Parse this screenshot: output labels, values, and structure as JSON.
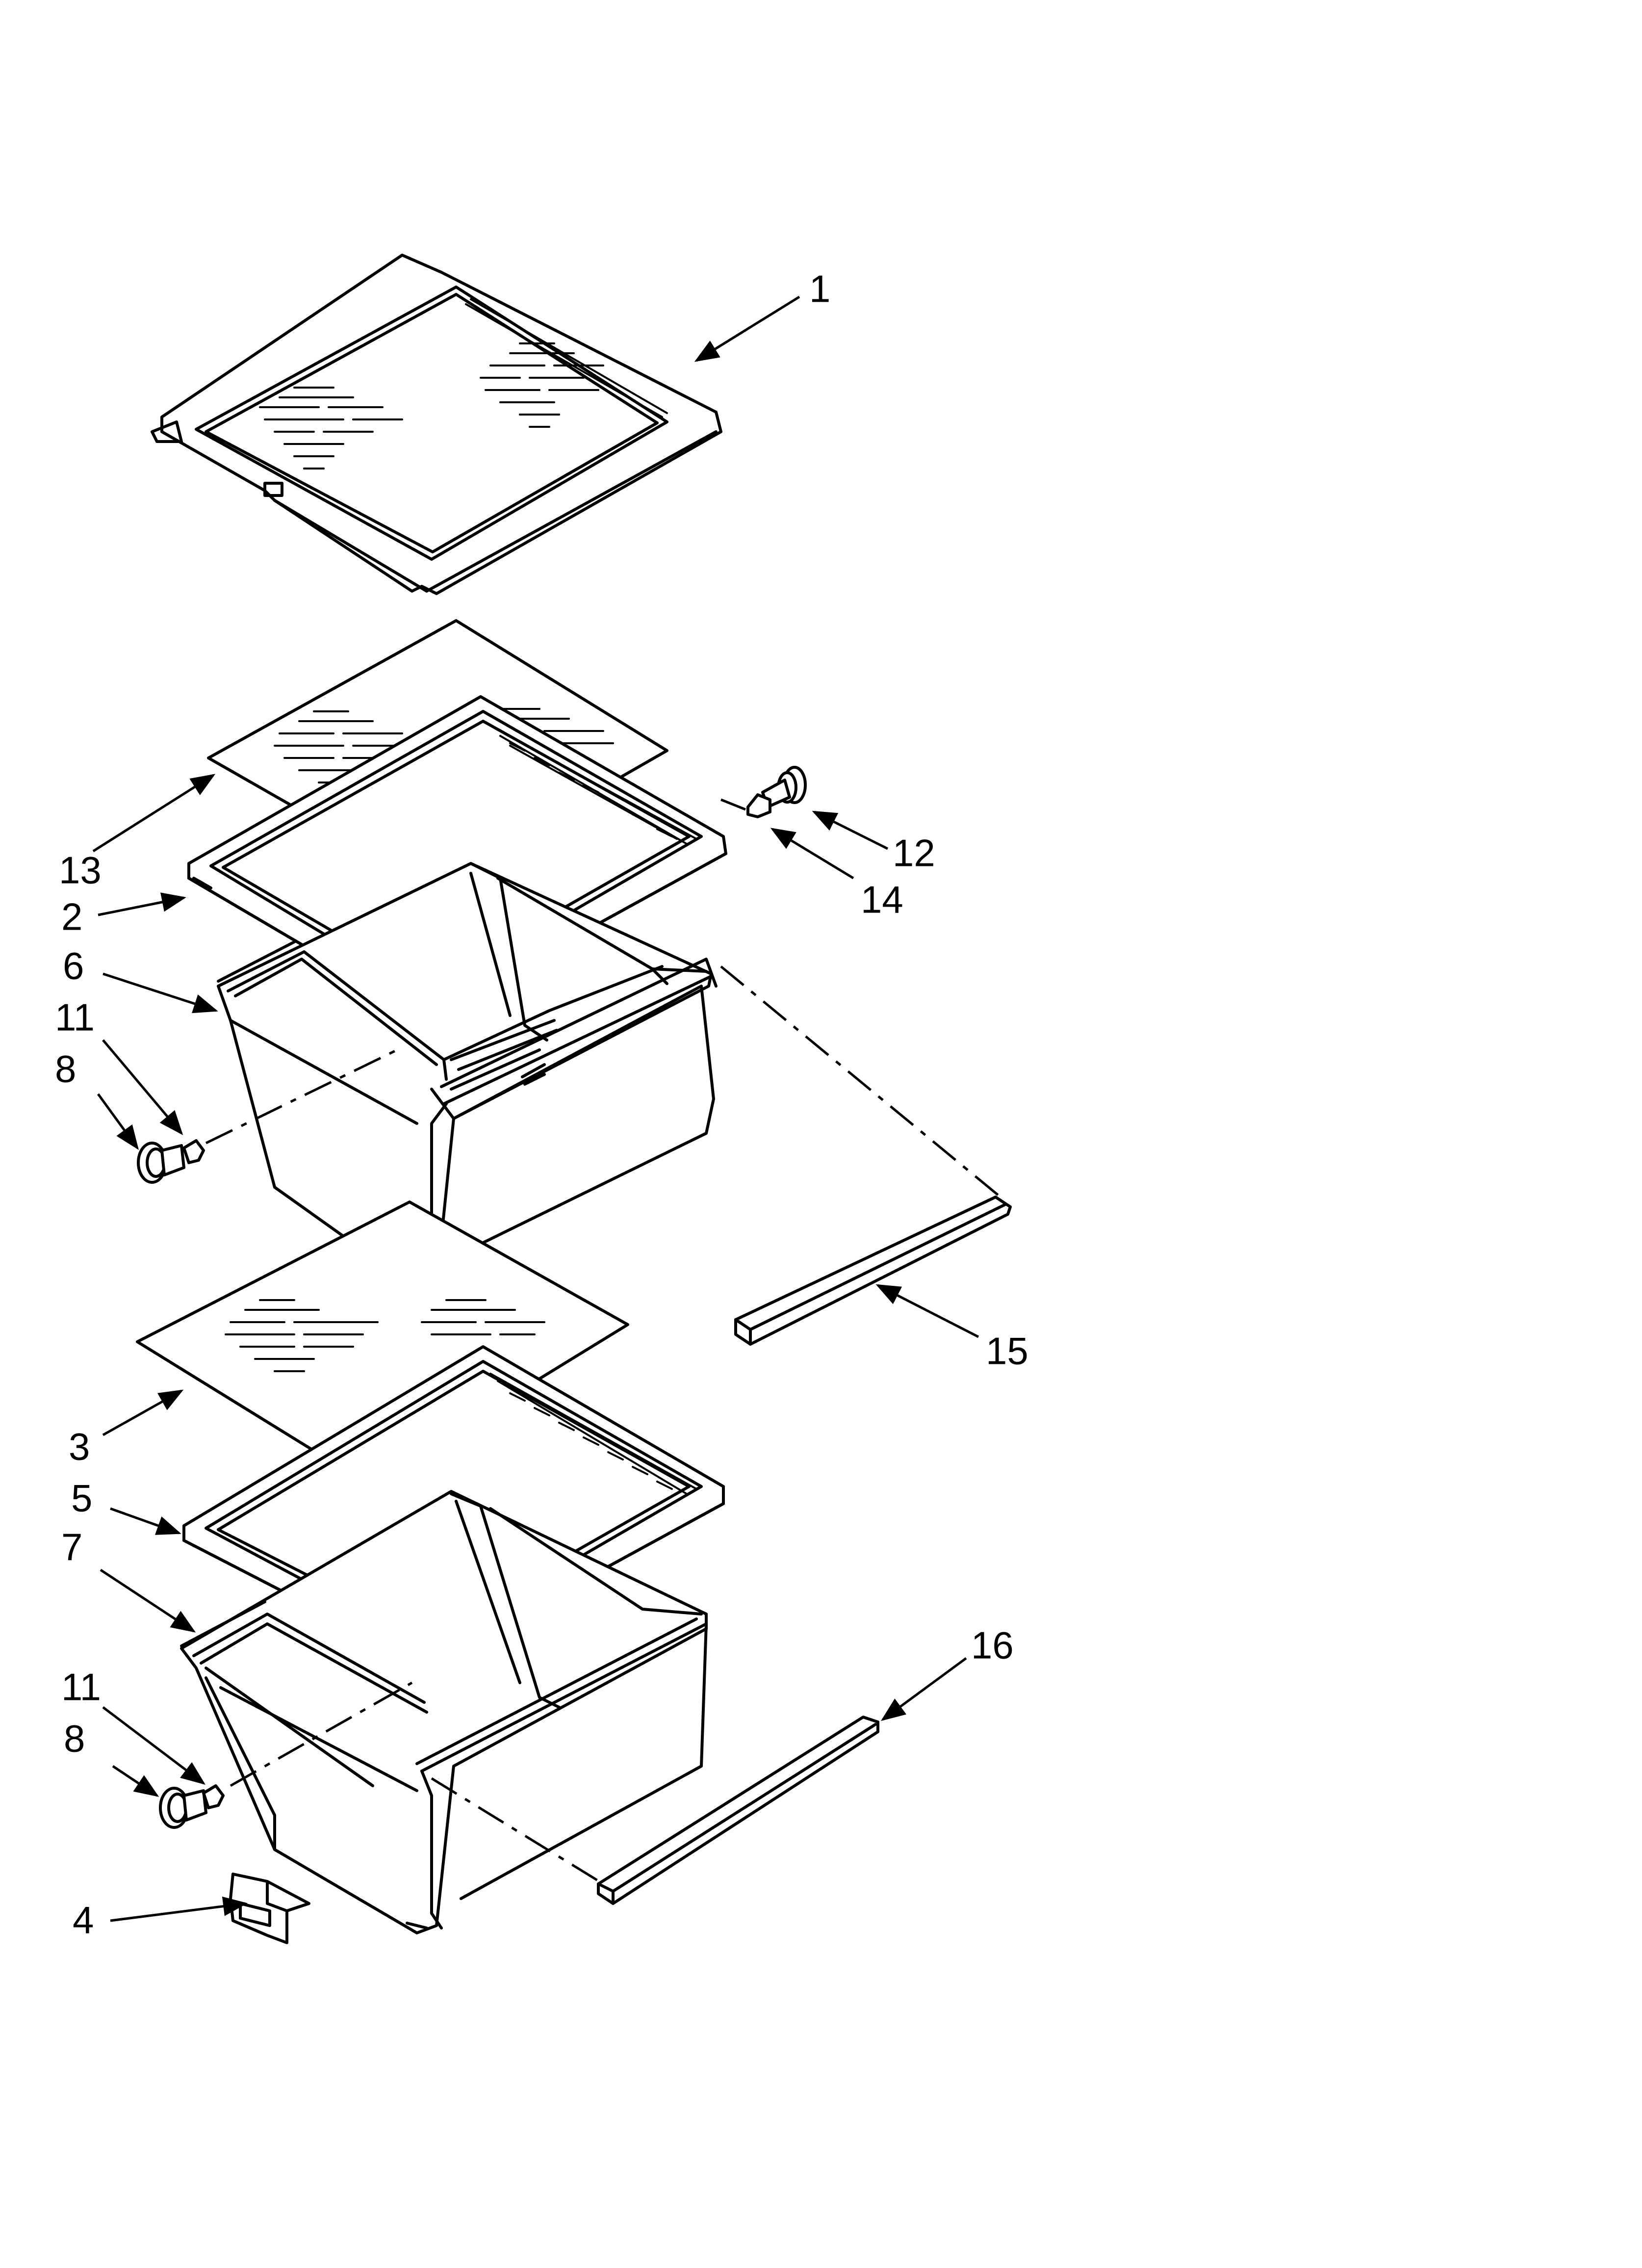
{
  "diagram": {
    "type": "exploded-parts-view",
    "callouts": [
      {
        "id": "1",
        "label": "1"
      },
      {
        "id": "13",
        "label": "13"
      },
      {
        "id": "2",
        "label": "2"
      },
      {
        "id": "6",
        "label": "6"
      },
      {
        "id": "11a",
        "label": "11"
      },
      {
        "id": "8a",
        "label": "8"
      },
      {
        "id": "12",
        "label": "12"
      },
      {
        "id": "14",
        "label": "14"
      },
      {
        "id": "15",
        "label": "15"
      },
      {
        "id": "3",
        "label": "3"
      },
      {
        "id": "5",
        "label": "5"
      },
      {
        "id": "7",
        "label": "7"
      },
      {
        "id": "11b",
        "label": "11"
      },
      {
        "id": "8b",
        "label": "8"
      },
      {
        "id": "16",
        "label": "16"
      },
      {
        "id": "4",
        "label": "4"
      }
    ]
  }
}
